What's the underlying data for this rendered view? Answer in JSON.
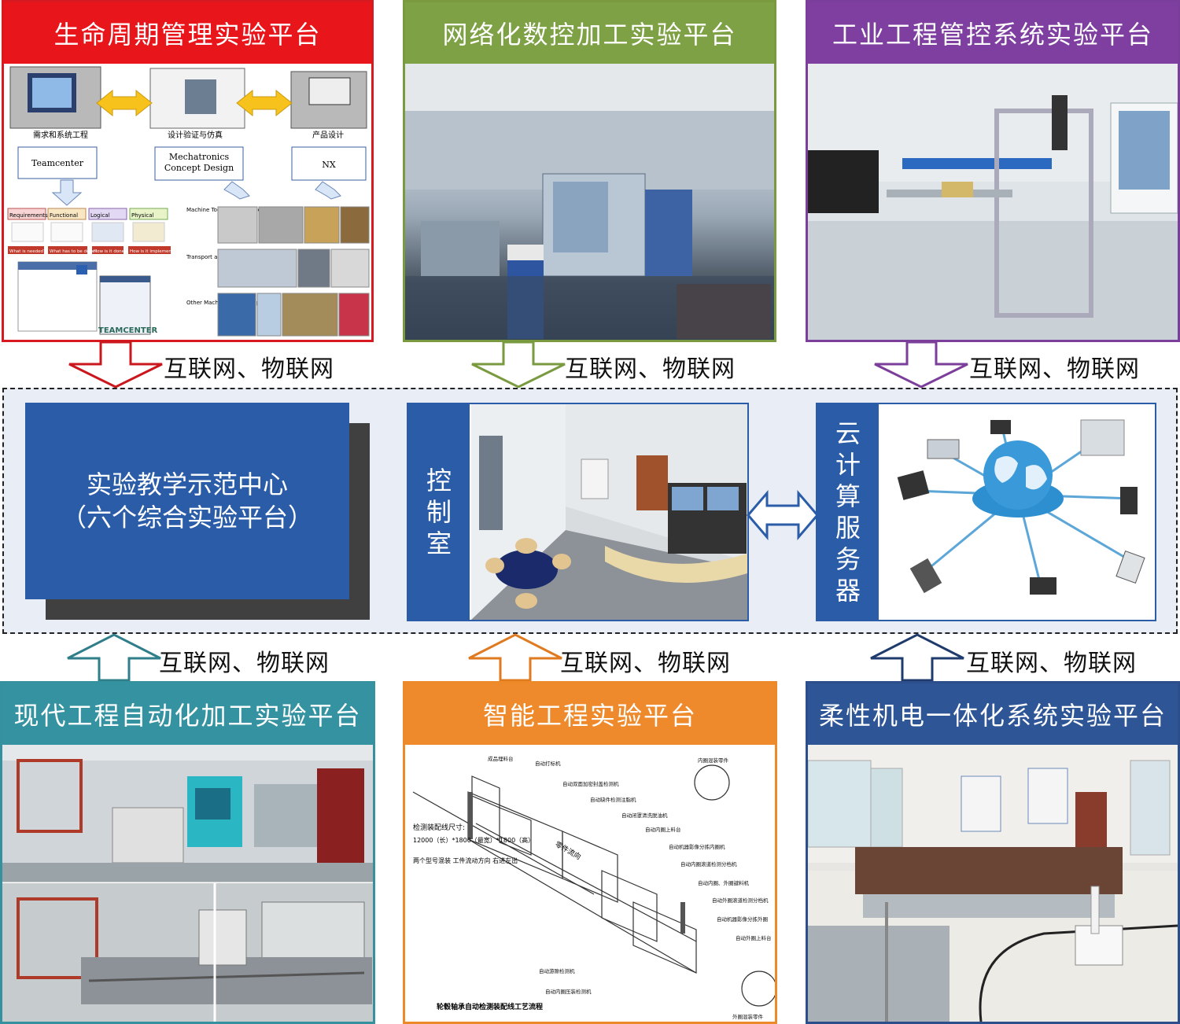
{
  "platforms": {
    "lifecycle": {
      "title": "生命周期管理实验平台",
      "color": "#e8151b"
    },
    "cnc": {
      "title": "网络化数控加工实验平台",
      "color": "#7ea146"
    },
    "industrial": {
      "title": "工业工程管控系统实验平台",
      "color": "#7e3fa0"
    },
    "automation": {
      "title": "现代工程自动化加工实验平台",
      "color": "#3593a1"
    },
    "intelligent": {
      "title": "智能工程实验平台",
      "color": "#ee8a2b"
    },
    "mechatronics": {
      "title": "柔性机电一体化系统实验平台",
      "color": "#2e5596"
    }
  },
  "link_label": "互联网、物联网",
  "center": {
    "main_line1": "实验教学示范中心",
    "main_line2": "（六个综合实验平台）",
    "control_room": [
      "控",
      "制",
      "室"
    ],
    "cloud_server": [
      "云",
      "计",
      "算",
      "服",
      "务",
      "器"
    ]
  },
  "lifecycle_figure": {
    "label_req": "需求和系统工程",
    "label_sim": "设计验证与仿真",
    "label_prod": "产品设计",
    "box_tc": "Teamcenter",
    "box_mcd1": "Mechatronics",
    "box_mcd2": "Concept Design",
    "box_nx": "NX",
    "rflp": [
      "Requirements",
      "Functional",
      "Logical",
      "Physical"
    ],
    "questions": [
      "What is needed?",
      "What has to be done?",
      "How is it done?",
      "How is it implemented?"
    ],
    "side_labels": [
      "Machine Tool and LineBuilder",
      "Transport and Packaging",
      "Other Machines and Components"
    ],
    "brand": "TEAMCENTER"
  },
  "intelligent_figure": {
    "caption": "轮毂轴承自动检测装配线工艺流程",
    "size_line1": "检测装配线尺寸:",
    "size_line2": "12000（长）*1800（最宽）*1800（高）",
    "note": "两个型号混装 工件流动方向 右进左出",
    "flow_label": "零件流向",
    "callouts": [
      "成品埋料台",
      "自动打标机",
      "自动双面加密封盖检测机",
      "自动缺件检测注脂机",
      "自动闭罩清洗脱油机",
      "自动内圈上料台",
      "自动机器影像分拣内圈机",
      "自动内圈滚道检测分档机",
      "自动内圈、外圈键料机",
      "自动外圈滚道检测分档机",
      "自动机器影像分拣外圈",
      "自动外圈上料台",
      "自动游隙检测机",
      "自动内圈压装检测机",
      "内圈混装零件",
      "外圈混装零件"
    ]
  }
}
